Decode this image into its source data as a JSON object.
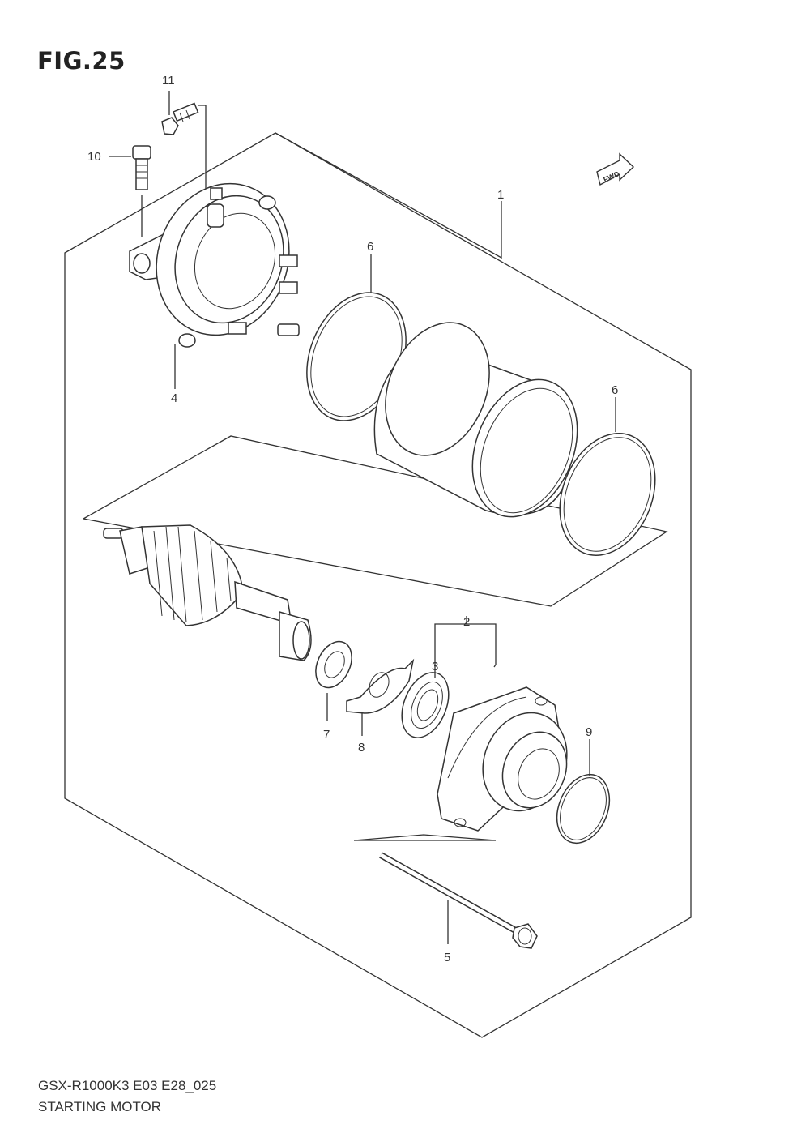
{
  "figure": {
    "title": "FIG.25",
    "model_code": "GSX-R1000K3 E03 E28_025",
    "assembly_name": "STARTING MOTOR",
    "direction_marker": "FWD"
  },
  "callouts": [
    {
      "id": "1",
      "text": "1"
    },
    {
      "id": "2",
      "text": "2"
    },
    {
      "id": "3",
      "text": "3"
    },
    {
      "id": "4",
      "text": "4"
    },
    {
      "id": "5",
      "text": "5"
    },
    {
      "id": "6a",
      "text": "6"
    },
    {
      "id": "6b",
      "text": "6"
    },
    {
      "id": "7",
      "text": "7"
    },
    {
      "id": "8",
      "text": "8"
    },
    {
      "id": "9",
      "text": "9"
    },
    {
      "id": "10",
      "text": "10"
    },
    {
      "id": "11",
      "text": "11"
    }
  ]
}
